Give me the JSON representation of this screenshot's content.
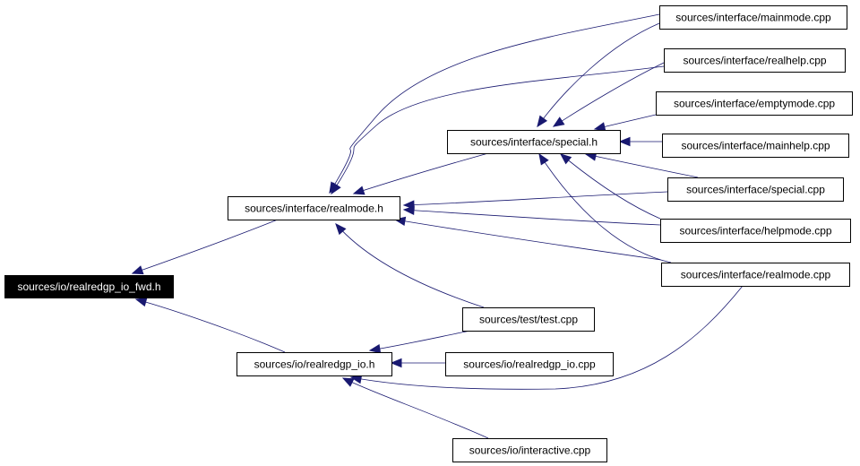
{
  "graph": {
    "root": "realredgp_io_fwd",
    "colors": {
      "edge": "#191970",
      "root_fill": "#000000",
      "root_text": "#ffffff",
      "node_fill": "#ffffff",
      "node_border": "#000000"
    },
    "nodes": [
      {
        "id": "realredgp_io_fwd",
        "label": "sources/io/realredgp_io_fwd.h"
      },
      {
        "id": "realmode_h",
        "label": "sources/interface/realmode.h"
      },
      {
        "id": "realredgp_io_h",
        "label": "sources/io/realredgp_io.h"
      },
      {
        "id": "special_h",
        "label": "sources/interface/special.h"
      },
      {
        "id": "mainmode_cpp",
        "label": "sources/interface/mainmode.cpp"
      },
      {
        "id": "realhelp_cpp",
        "label": "sources/interface/realhelp.cpp"
      },
      {
        "id": "emptymode_cpp",
        "label": "sources/interface/emptymode.cpp"
      },
      {
        "id": "mainhelp_cpp",
        "label": "sources/interface/mainhelp.cpp"
      },
      {
        "id": "special_cpp",
        "label": "sources/interface/special.cpp"
      },
      {
        "id": "helpmode_cpp",
        "label": "sources/interface/helpmode.cpp"
      },
      {
        "id": "realmode_cpp",
        "label": "sources/interface/realmode.cpp"
      },
      {
        "id": "test_cpp",
        "label": "sources/test/test.cpp"
      },
      {
        "id": "realredgp_io_cpp",
        "label": "sources/io/realredgp_io.cpp"
      },
      {
        "id": "interactive_cpp",
        "label": "sources/io/interactive.cpp"
      }
    ],
    "edges": [
      {
        "from": "realmode_h",
        "to": "realredgp_io_fwd"
      },
      {
        "from": "realredgp_io_h",
        "to": "realredgp_io_fwd"
      },
      {
        "from": "special_h",
        "to": "realmode_h"
      },
      {
        "from": "mainmode_cpp",
        "to": "realmode_h"
      },
      {
        "from": "realhelp_cpp",
        "to": "realmode_h"
      },
      {
        "from": "special_cpp",
        "to": "realmode_h"
      },
      {
        "from": "helpmode_cpp",
        "to": "realmode_h"
      },
      {
        "from": "realmode_cpp",
        "to": "realmode_h"
      },
      {
        "from": "test_cpp",
        "to": "realmode_h"
      },
      {
        "from": "mainmode_cpp",
        "to": "special_h"
      },
      {
        "from": "realhelp_cpp",
        "to": "special_h"
      },
      {
        "from": "emptymode_cpp",
        "to": "special_h"
      },
      {
        "from": "mainhelp_cpp",
        "to": "special_h"
      },
      {
        "from": "special_cpp",
        "to": "special_h"
      },
      {
        "from": "helpmode_cpp",
        "to": "special_h"
      },
      {
        "from": "realmode_cpp",
        "to": "special_h"
      },
      {
        "from": "test_cpp",
        "to": "realredgp_io_h"
      },
      {
        "from": "realredgp_io_cpp",
        "to": "realredgp_io_h"
      },
      {
        "from": "realmode_cpp",
        "to": "realredgp_io_h"
      },
      {
        "from": "interactive_cpp",
        "to": "realredgp_io_h"
      }
    ]
  }
}
